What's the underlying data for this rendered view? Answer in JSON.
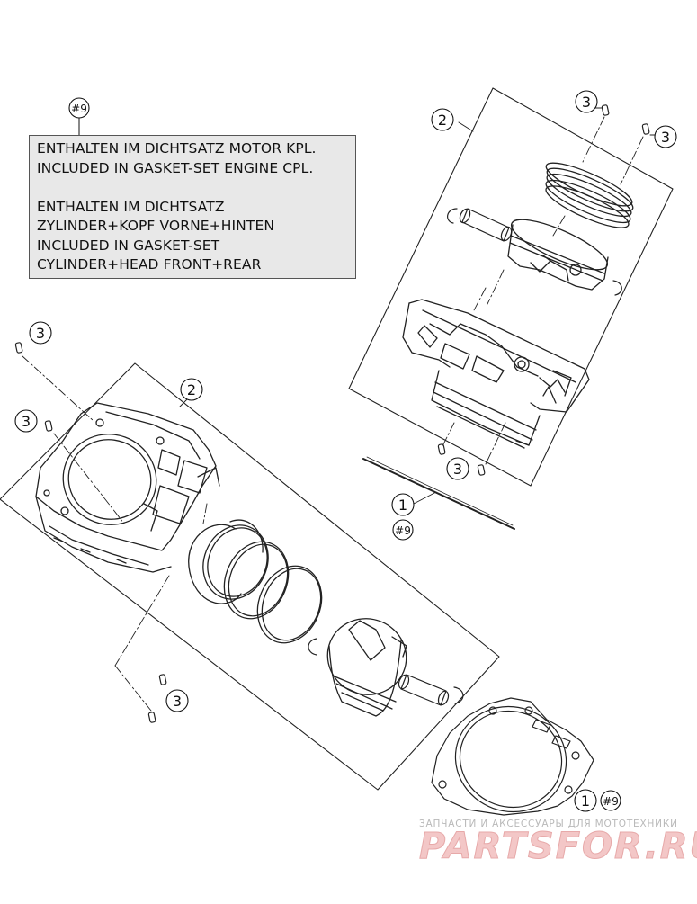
{
  "note": {
    "badge": "#9",
    "line1": "ENTHALTEN IM DICHTSATZ MOTOR KPL.",
    "line2": "INCLUDED IN GASKET-SET ENGINE CPL.",
    "line3": "ENTHALTEN IM DICHTSATZ",
    "line4": "ZYLINDER+KOPF VORNE+HINTEN",
    "line5": "INCLUDED IN GASKET-SET",
    "line6": "CYLINDER+HEAD FRONT+REAR"
  },
  "callouts": {
    "c2_top": "2",
    "c3_top_left": "3",
    "c3_top_right": "3",
    "c3_top_bottom": "3",
    "c1_mid": "1",
    "c9_mid": "#9",
    "c3_left_top": "3",
    "c3_left_mid": "3",
    "c2_left": "2",
    "c3_left_bottom": "3",
    "c1_bottom": "1",
    "c9_bottom": "#9"
  },
  "watermark": {
    "tagline": "ЗАПЧАСТИ И АКСЕССУАРЫ ДЛЯ МОТОТЕХНИКИ",
    "brand": "PARTSFOR.RU"
  }
}
